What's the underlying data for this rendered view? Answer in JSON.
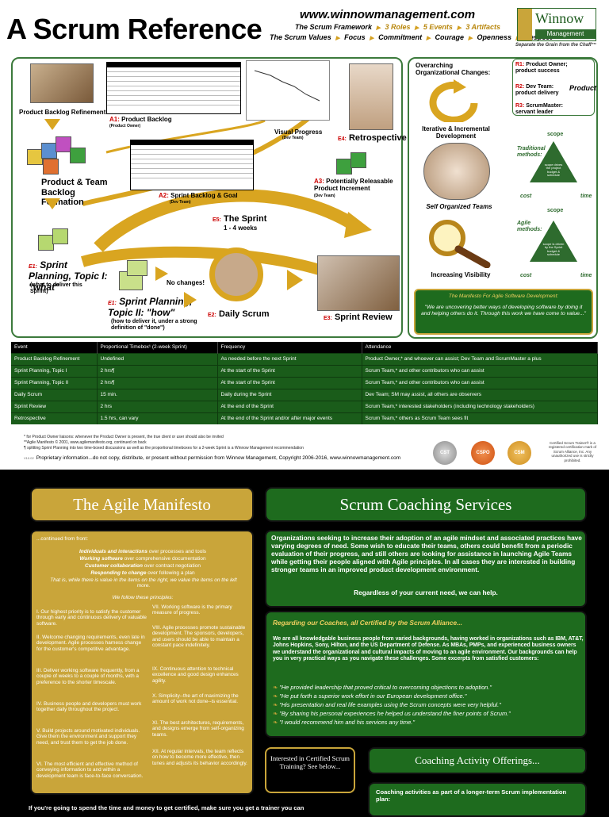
{
  "header": {
    "title": "A Scrum Reference",
    "url": "www.winnowmanagement.com",
    "framework_prefix": "The Scrum Framework",
    "framework_parts": [
      "3 Roles",
      "5 Events",
      "3 Artifacts"
    ],
    "values_prefix": "The Scrum Values",
    "values": [
      "Focus",
      "Commitment",
      "Courage",
      "Openness",
      "Respect"
    ],
    "logo_word": "Winnow",
    "logo_sub": "Management",
    "tagline": "Separate the Grain from the Chaff™"
  },
  "diagram": {
    "product_backlog_refinement": "Product Backlog Refinement",
    "a1_label": "A1:",
    "a1_text": "Product Backlog",
    "a1_owner": "(Product Owner)",
    "visual_progress": "Visual Progress",
    "visual_progress_owner": "(Dev Team)",
    "e4_label": "E4:",
    "e4_text": "Retrospective",
    "product_team_formation": "Product & Team Backlog Formation",
    "a2_label": "A2:",
    "a2_text": "Sprint Backlog & Goal",
    "a2_owner": "(Dev Team)",
    "a3_label": "A3:",
    "a3_text": "Potentially Releasable Product Increment",
    "a3_owner": "(Dev Team)",
    "e5_label": "E5:",
    "e5_text": "The Sprint",
    "e5_sub": "1 - 4 weeks",
    "e1_label": "E1:",
    "e1_text": "Sprint Planning, Topic I: \"what\"",
    "e1_note": "(what to deliver this Sprint)",
    "e1b_label": "E1:",
    "e1b_text": "Sprint Planning, Topic II: \"how\"",
    "e1b_note": "(how to deliver it, under a strong definition of \"done\")",
    "no_changes": "No changes!",
    "e2_label": "E2:",
    "e2_text": "Daily Scrum",
    "e3_label": "E3:",
    "e3_text": "Sprint Review"
  },
  "side": {
    "overarching": "Overarching Organizational Changes:",
    "iterative": "Iterative & Incremental Development",
    "self_organized": "Self Organized Teams",
    "visibility": "Increasing Visibility",
    "r1": "R1:",
    "r1_text": "Product Owner; product success",
    "r2": "R2:",
    "r2_text": "Dev Team: product delivery",
    "r3": "R3:",
    "r3_text": "ScrumMaster: servant leader",
    "product_word": "Product",
    "scope_label": "scope",
    "cost_label": "cost",
    "time_label": "time",
    "traditional": "Traditional methods:",
    "traditional_tri": "scope drives the project budget & schedule",
    "agile": "Agile methods:",
    "agile_tri": "scope is driven by the Sprint budget & schedule",
    "manifesto_head": "The Manifesto For Agile Software Development:",
    "manifesto_body": "\"We are uncovering better ways of developing software by doing it and helping others do it. Through this work we have come to value...\""
  },
  "events_table": {
    "headers": [
      "Event",
      "Proportional Timebox¹ (2-week Sprint)",
      "Frequency",
      "Attendance"
    ],
    "rows": [
      [
        "Product Backlog Refinement",
        "Undefined",
        "As needed before the next Sprint",
        "Product Owner,* and whoever can assist; Dev Team and ScrumMaster a plus"
      ],
      [
        "Sprint Planning, Topic I",
        "2 hrs¶",
        "At the start of the Sprint",
        "Scrum Team,* and other contributors who can assist"
      ],
      [
        "Sprint Planning, Topic II",
        "2 hrs¶",
        "At the start of the Sprint",
        "Scrum Team,* and other contributors who can assist"
      ],
      [
        "Daily Scrum",
        "15 min.",
        "Daily during the Sprint",
        "Dev Team; SM may assist, all others are observers"
      ],
      [
        "Sprint Review",
        "2 hrs",
        "At the end of the Sprint",
        "Scrum Team,* interested stakeholders (including technology stakeholders)"
      ],
      [
        "Retrospective",
        "1.5 hrs, can vary",
        "At the end of the Sprint and/or after major events",
        "Scrum Team,* others as Scrum Team sees fit"
      ]
    ]
  },
  "footnotes": {
    "f1": "* for Product Owner liaisons: whenever the Product Owner is present, the true client or user should also be invited",
    "f2": "**Agile Manifesto © 2001, www.agilemanifesto.org, continued on back",
    "f3": "¶ splitting Sprint Planning into two time-boxed discussions as well as the proportional timeboxes for a 2-week Sprint is a Winnow Management recommendation",
    "version": "V10.02",
    "copyright": "Proprietary information...do not copy, distribute, or present without permission from Winnow Management, Copyright 2006-2016, www.winnowmanagement.com",
    "cert_badges": [
      "CST",
      "CSPO",
      "CSM"
    ],
    "cert_note": "Certified Scrum Trainer® is a registered certification mark of Scrum Alliance, Inc. Any unauthorized use is strictly prohibited."
  },
  "agile_manifesto": {
    "title": "The Agile Manifesto",
    "continued": "...continued from front:",
    "values": [
      {
        "bold": "Individuals and interactions",
        "rest": "over processes and tools"
      },
      {
        "bold": "Working software",
        "rest": "over comprehensive documentation"
      },
      {
        "bold": "Customer collaboration",
        "rest": "over contract negotiation"
      },
      {
        "bold": "Responding to change",
        "rest": "over following a plan"
      }
    ],
    "that_is": "That is, while there is value in the items on the right, we value the items on the left more.",
    "principles_intro": "We follow these principles:",
    "principles_left": [
      "I. Our highest priority is to satisfy the customer through early and continuous delivery of valuable software.",
      "II. Welcome changing requirements, even late in development. Agile processes harness change for the customer's competitive advantage.",
      "III. Deliver working software frequently, from a couple of weeks to a couple of months, with a preference to the shorter timescale.",
      "IV. Business people and developers must work together daily throughout the project.",
      "V. Build projects around motivated individuals. Give them the environment and support they need, and trust them to get the job done.",
      "VI. The most efficient and effective method of conveying information to and within a development team is face-to-face conversation."
    ],
    "principles_right": [
      "VII. Working software is the primary measure of progress.",
      "VIII. Agile processes promote sustainable development. The sponsors, developers, and users should be able to maintain a constant pace indefinitely.",
      "IX. Continuous attention to technical excellence and good design enhances agility.",
      "X. Simplicity--the art of maximizing the amount of work not done--is essential.",
      "XI. The best architectures, requirements, and designs emerge from self-organizing teams.",
      "XII. At regular intervals, the team reflects on how to become more effective, then tunes and adjusts its behavior accordingly."
    ]
  },
  "coaching": {
    "title": "Scrum Coaching Services",
    "intro": "Organizations seeking to increase their adoption of an agile mindset and associated practices have varying degrees of need.  Some wish to educate their teams, others could benefit from a periodic evaluation of their progress, and still others are looking for assistance in launching Agile Teams while getting their people aligned with Agile principles.  In all cases they are interested in building stronger teams in an improved product development environment.",
    "intro_close": "Regardless of your current need, we can help.",
    "coaches_head": "Regarding our Coaches, all Certified by the Scrum Alliance...",
    "coaches_text": "We are all knowledgable business people from varied backgrounds, having worked in organizations such as IBM, AT&T, Johns Hopkins, Sony, Hilton, and the US Department of Defense.  As MBAs, PMPs, and experienced business owners we understand the organizational and cultural impacts of moving to an agile environment.  Our backgrounds can help you in very practical ways as you navigate these challenges.  Some excerpts from satisfied customers:",
    "quotes": [
      "\"He provided leadership that proved critical to overcoming objections to adoption.\"",
      "\"He put forth a superior work effort in our European development office.\"",
      "\"His presentation and real life examples using the Scrum concepts were very helpful.\"",
      "\"By sharing his personal experiences he helped us understand the finer points of Scrum.\"",
      "\"I would recommend him and his services any time.\""
    ],
    "training_prompt": "Interested in Certified Scrum Training?  See below...",
    "offerings_title": "Coaching Activity Offerings...",
    "offerings_text": "Coaching activities as part of a longer-term Scrum implementation plan:",
    "bottom_text": "If you're going to spend the time and money to get certified, make sure you get a trainer you can"
  },
  "colors": {
    "green": "#1e6b1e",
    "gold": "#c9a53a",
    "black": "#000000"
  }
}
